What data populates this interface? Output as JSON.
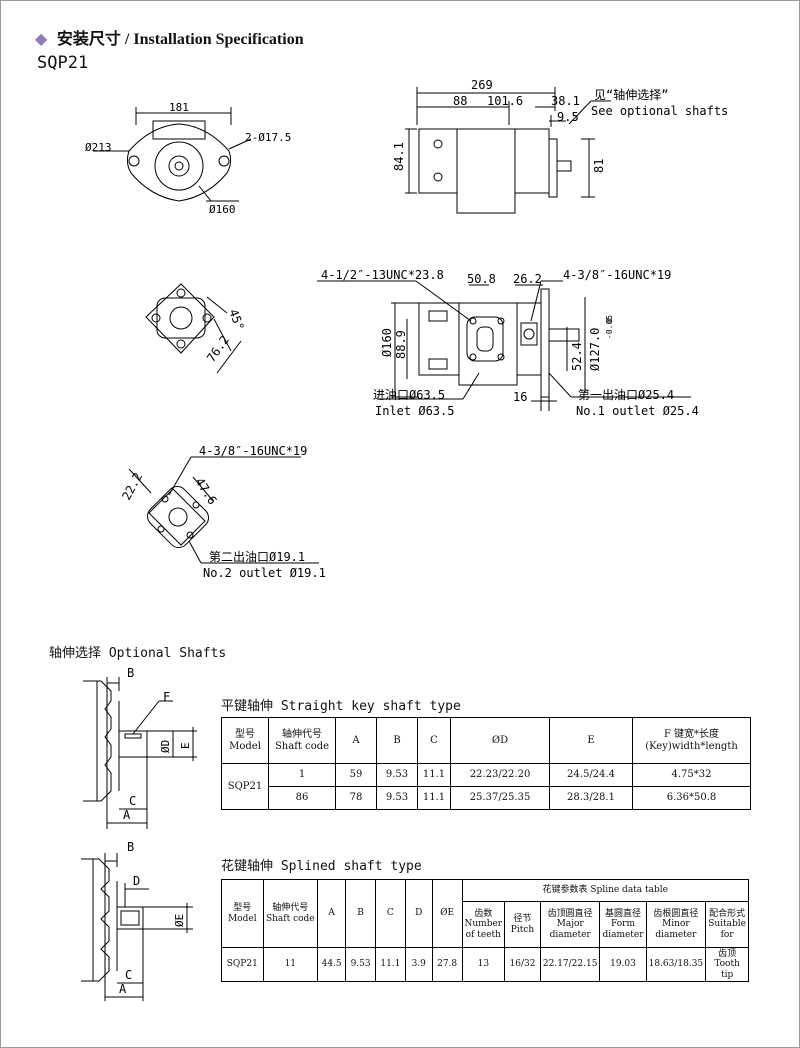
{
  "header": {
    "title_cn": "安装尺寸",
    "title_en": "Installation Specification",
    "model": "SQP21"
  },
  "drawing_labels": {
    "d181": "181",
    "d213": "Ø213",
    "d2_17_5": "2-Ø17.5",
    "d160": "Ø160",
    "d269": "269",
    "d88": "88",
    "d101_6": "101.6",
    "d38_1": "38.1",
    "d9_5": "9.5",
    "d84_1": "84.1",
    "d81": "81",
    "shaft_note_cn": "见“轴伸选择”",
    "shaft_note_en": "See optional shafts",
    "d45": "45°",
    "d76_2": "76.2",
    "thread_inlet": "4-1/2″-13UNC*23.8",
    "d50_8": "50.8",
    "d26_2": "26.2",
    "thread_outlet1": "4-3/8″-16UNC*19",
    "d160b": "Ø160",
    "d88_9": "88.9",
    "d52_4": "52.4",
    "d127": "Ø127.0",
    "d127_tol": "-0.05",
    "d127_tol0": "0",
    "inlet_cn": "进油口Ø63.5",
    "inlet_en": "Inlet Ø63.5",
    "d16": "16",
    "outlet1_cn": "第一出油口Ø25.4",
    "outlet1_en": "No.1 outlet Ø25.4",
    "thread_outlet2": "4-3/8″-16UNC*19",
    "d22_2": "22.2",
    "d47_6": "47.6",
    "outlet2_cn": "第二出油口Ø19.1",
    "outlet2_en": "No.2 outlet Ø19.1"
  },
  "optional_shafts": {
    "heading": "轴伸选择 Optional Shafts",
    "key_heading": "平键轴伸 Straight key shaft type",
    "spline_heading": "花键轴伸 Splined shaft type",
    "key_fig": {
      "B": "B",
      "F": "F",
      "D": "ØD",
      "E": "E",
      "C": "C",
      "A": "A"
    },
    "spline_fig": {
      "B": "B",
      "D": "D",
      "E": "ØE",
      "C": "C",
      "A": "A"
    }
  },
  "key_table": {
    "headers": [
      "型号\nModel",
      "轴伸代号\nShaft code",
      "A",
      "B",
      "C",
      "ØD",
      "E",
      "F 键宽*长度\n(Key)width*length"
    ],
    "model": "SQP21",
    "rows": [
      [
        "1",
        "59",
        "9.53",
        "11.1",
        "22.23/22.20",
        "24.5/24.4",
        "4.75*32"
      ],
      [
        "86",
        "78",
        "9.53",
        "11.1",
        "25.37/25.35",
        "28.3/28.1",
        "6.36*50.8"
      ]
    ]
  },
  "spline_table": {
    "headers": [
      "型号\nModel",
      "轴伸代号\nShaft code",
      "A",
      "B",
      "C",
      "D",
      "ØE"
    ],
    "group_header": "花键参数表 Spline data table",
    "sub_headers": [
      "齿数\nNumber\nof teeth",
      "径节\nPitch",
      "齿顶圆直径\nMajor\ndiameter",
      "基圆直径\nForm\ndiameter",
      "齿根圆直径\nMinor\ndiameter",
      "配合形式\nSuitable for"
    ],
    "row": [
      "SQP21",
      "11",
      "44.5",
      "9.53",
      "11.1",
      "3.9",
      "27.8",
      "13",
      "16/32",
      "22.17/22.15",
      "19.03",
      "18.63/18.35",
      "齿顶 Tooth tip"
    ]
  }
}
